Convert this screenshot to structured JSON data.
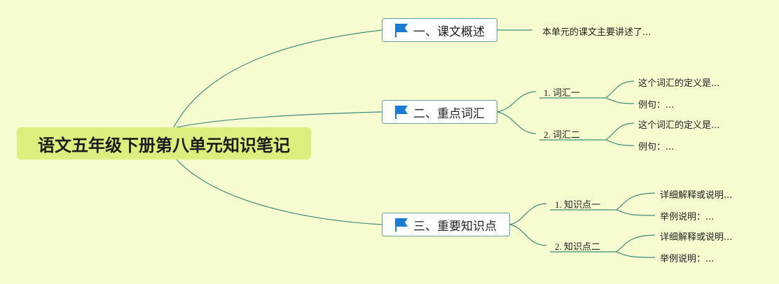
{
  "title": "语文五年级下册第八单元知识笔记",
  "topics": [
    {
      "label": "一、课文概述",
      "leaf": "本单元的课文主要讲述了..."
    },
    {
      "label": "二、重点词汇",
      "subs": [
        {
          "label": "1. 词汇一",
          "leaves": [
            "这个词汇的定义是...",
            "例句：..."
          ]
        },
        {
          "label": "2. 词汇二",
          "leaves": [
            "这个词汇的定义是...",
            "例句：..."
          ]
        }
      ]
    },
    {
      "label": "三、重要知识点",
      "subs": [
        {
          "label": "1. 知识点一",
          "leaves": [
            "详细解释或说明...",
            "举例说明：..."
          ]
        },
        {
          "label": "2. 知识点二",
          "leaves": [
            "详细解释或说明...",
            "举例说明：..."
          ]
        }
      ]
    }
  ],
  "colors": {
    "background": "#f7fcd0",
    "root_fill": "#dbee7e",
    "line": "#3f8f7e",
    "flag": "#1a7ad0"
  },
  "icons": {
    "topic_marker": "flag-icon"
  }
}
